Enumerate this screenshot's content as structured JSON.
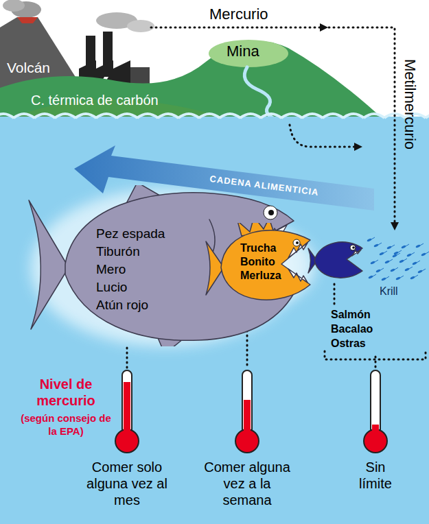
{
  "diagram": {
    "nodes": [
      {
        "text": [
          "Pez espada",
          "Tiburón",
          "Mero",
          "Lucio",
          "Atún rojo"
        ]
      },
      {
        "text": [
          "Trucha",
          "Bonito",
          "Merluza"
        ]
      },
      {
        "text": [
          "Salmón",
          "Bacalao",
          "Ostras"
        ]
      },
      {
        "text": [
          "Comer solo alguna vez al mes"
        ]
      },
      {
        "text": [
          "Comer alguna vez a la semana"
        ]
      },
      {
        "text": [
          "Sin límite"
        ]
      }
    ],
    "edges": [
      {
        "from": 0,
        "to": 3,
        "arrow": "none"
      },
      {
        "from": 1,
        "to": 4,
        "arrow": "none"
      },
      {
        "from": 2,
        "to": 5,
        "arrow": "none"
      }
    ],
    "labels": [
      "Mercurio",
      "Volcán",
      "Mina",
      "C. térmica de carbón",
      "Metilmercurio",
      "CADENA ALIMENTICIA",
      "Krill",
      "Nivel de mercurio",
      "(según consejo de la EPA)"
    ]
  }
}
